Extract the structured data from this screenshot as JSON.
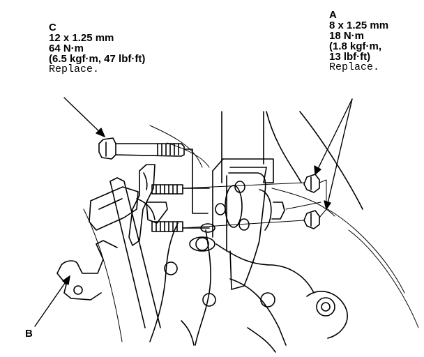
{
  "callouts": {
    "c": {
      "letter": "C",
      "spec": [
        "12 x 1.25 mm",
        "64 N·m",
        "(6.5 kgf·m, 47 lbf·ft)"
      ],
      "note": "Replace."
    },
    "a": {
      "letter": "A",
      "spec": [
        "8 x 1.25 mm",
        "18 N·m",
        "(1.8 kgf·m,",
        "13 lbf·ft)"
      ],
      "note": "Replace."
    },
    "b": {
      "letter": "B"
    }
  }
}
